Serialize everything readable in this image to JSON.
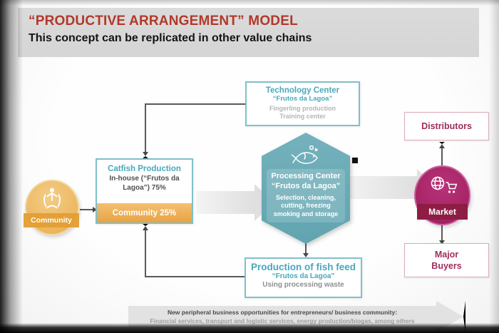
{
  "header": {
    "title": "“PRODUCTIVE ARRANGEMENT” MODEL",
    "subtitle": "This concept can be replicated in other value chains"
  },
  "nodes": {
    "technology_center": {
      "title": "Technology Center",
      "subtitle": "“Frutos da Lagoa”",
      "line1": "Fingerling production",
      "line2": "Training center"
    },
    "distributors": {
      "label": "Distributors"
    },
    "catfish": {
      "title": "Catfish Production",
      "detail": "In-house (“Frutos da Lagoa”) 75%",
      "band": "Community 25%"
    },
    "community": {
      "label": "Community",
      "icon": "people-icon"
    },
    "processing": {
      "title": "Processing Center",
      "subtitle": "“Frutos da Lagoa”",
      "detail": "Selection, cleaning, cutting, freezing smoking and storage",
      "icon": "fish-icon"
    },
    "market": {
      "label": "Market",
      "icon": "globe-cart-icon"
    },
    "major_buyers": {
      "label": "Major Buyers"
    },
    "fish_feed": {
      "title": "Production of fish feed",
      "subtitle": "“Frutos da Lagoa”",
      "detail": "Using processing waste"
    }
  },
  "banner": {
    "line1": "New  peripheral business opportunities for entrepreneurs/ business community:",
    "line2": "Financial services, transport and logistic services, energy production/biogas, among others"
  },
  "colors": {
    "title_red": "#b2382a",
    "teal_text": "#48a8ba",
    "teal_border": "#7fc0ca",
    "orange": "#e9a94d",
    "magenta": "#a32368",
    "maroon_text": "#9c2d5d",
    "hexagon_teal": "#6aabb7",
    "flow_arrow_gray": "#e2e2e2",
    "connector_gray": "#5a5a5a"
  }
}
